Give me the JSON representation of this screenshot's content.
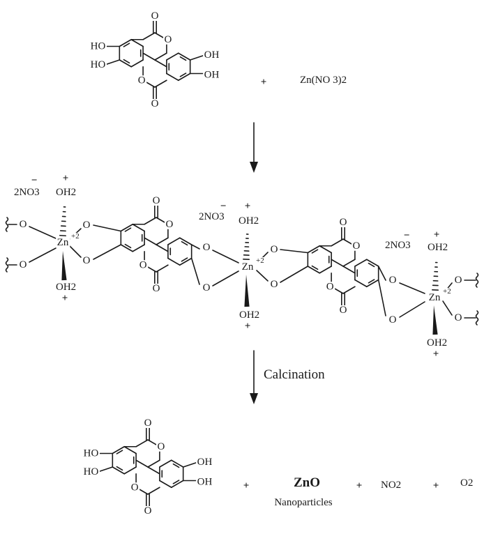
{
  "atoms": {
    "oxygen": "O",
    "zinc": "Zn",
    "hydroxyl": "OH",
    "hydroxyl_left": "HO",
    "water": "OH2"
  },
  "charges": {
    "zinc": "+2",
    "plus": "+",
    "minus": "−"
  },
  "reactant": {
    "salt": "Zn(NO 3)2"
  },
  "complex": {
    "counter_ion": "2NO3"
  },
  "step_label": "Calcination",
  "products": {
    "oxide": "ZnO",
    "oxide_caption": "Nanoparticles",
    "gas1": "NO2",
    "gas2": "O2"
  },
  "colors": {
    "ink": "#1a1a1a",
    "background": "#ffffff"
  }
}
